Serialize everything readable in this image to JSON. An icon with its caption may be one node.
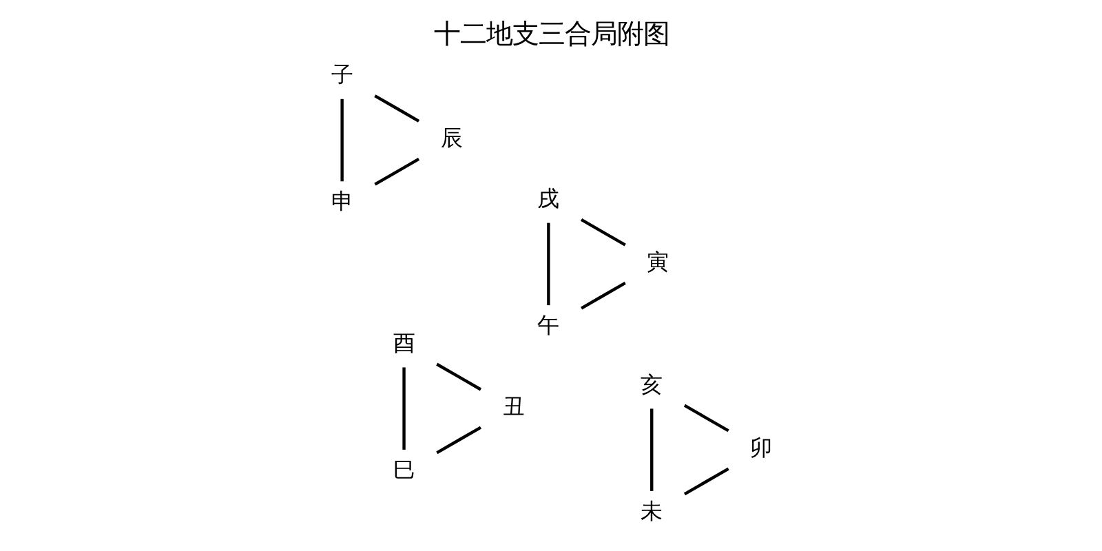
{
  "diagram": {
    "title": "十二地支三合局附图",
    "nodes": [
      {
        "text": [
          "巳"
        ]
      },
      {
        "text": [
          "午"
        ]
      },
      {
        "text": [
          "未"
        ]
      },
      {
        "text": [
          "申"
        ]
      },
      {
        "text": [
          "辰"
        ]
      },
      {
        "text": [
          "酉"
        ]
      },
      {
        "text": [
          "卯"
        ]
      },
      {
        "text": [
          "戌"
        ]
      },
      {
        "text": [
          "寅"
        ]
      },
      {
        "text": [
          "丑"
        ]
      },
      {
        "text": [
          "子"
        ]
      },
      {
        "text": [
          "亥"
        ]
      }
    ],
    "edges": [
      {
        "from": 0,
        "to": 9,
        "arrow": "none"
      },
      {
        "from": 0,
        "to": 5,
        "arrow": "none"
      },
      {
        "from": 9,
        "to": 5,
        "arrow": "none"
      },
      {
        "from": 1,
        "to": 8,
        "arrow": "none"
      },
      {
        "from": 1,
        "to": 7,
        "arrow": "none"
      },
      {
        "from": 8,
        "to": 7,
        "arrow": "none"
      },
      {
        "from": 2,
        "to": 6,
        "arrow": "none"
      },
      {
        "from": 2,
        "to": 11,
        "arrow": "none"
      },
      {
        "from": 6,
        "to": 11,
        "arrow": "none"
      },
      {
        "from": 3,
        "to": 4,
        "arrow": "none"
      },
      {
        "from": 3,
        "to": 10,
        "arrow": "none"
      },
      {
        "from": 4,
        "to": 10,
        "arrow": "none"
      }
    ]
  }
}
